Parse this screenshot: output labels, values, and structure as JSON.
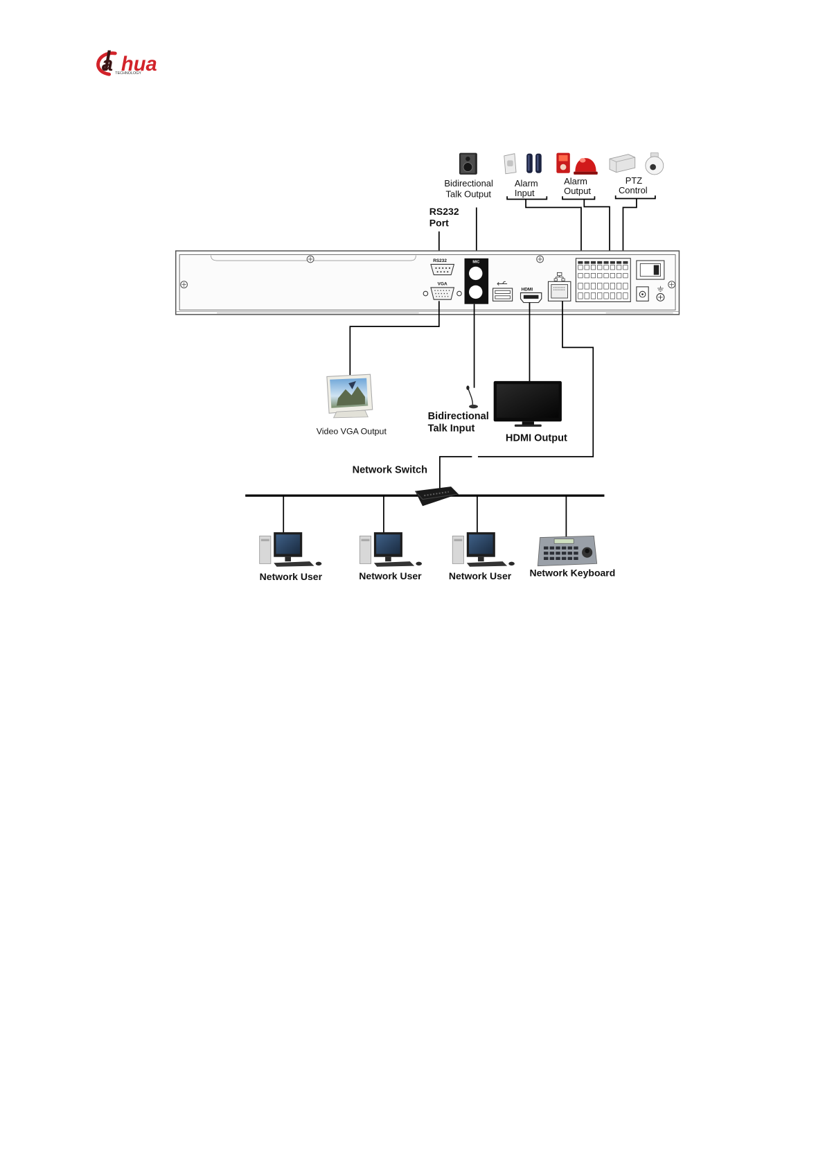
{
  "logo": {
    "mark": "a",
    "wordmark": "hua",
    "tagline": "TECHNOLOGY"
  },
  "diagram": {
    "top_labels": {
      "talk_output": [
        "Bidirectional",
        "Talk Output"
      ],
      "alarm_input": [
        "Alarm",
        "Input"
      ],
      "alarm_output": [
        "Alarm",
        "Output"
      ],
      "ptz_control": [
        "PTZ",
        "Control"
      ],
      "rs232_port": [
        "RS232",
        "Port"
      ]
    },
    "panel_labels": {
      "rs232": "RS232",
      "vga": "VGA",
      "mic": "MIC",
      "hdmi": "HDMI"
    },
    "bottom_labels": {
      "vga_output": "Video VGA Output",
      "talk_input": [
        "Bidirectional",
        "Talk Input"
      ],
      "hdmi_output": "HDMI Output",
      "network_switch": "Network Switch",
      "network_users": [
        "Network User",
        "Network User",
        "Network User"
      ],
      "network_keyboard": "Network Keyboard"
    },
    "colors": {
      "brand_red": "#d2232a",
      "wire": "#000000"
    }
  }
}
